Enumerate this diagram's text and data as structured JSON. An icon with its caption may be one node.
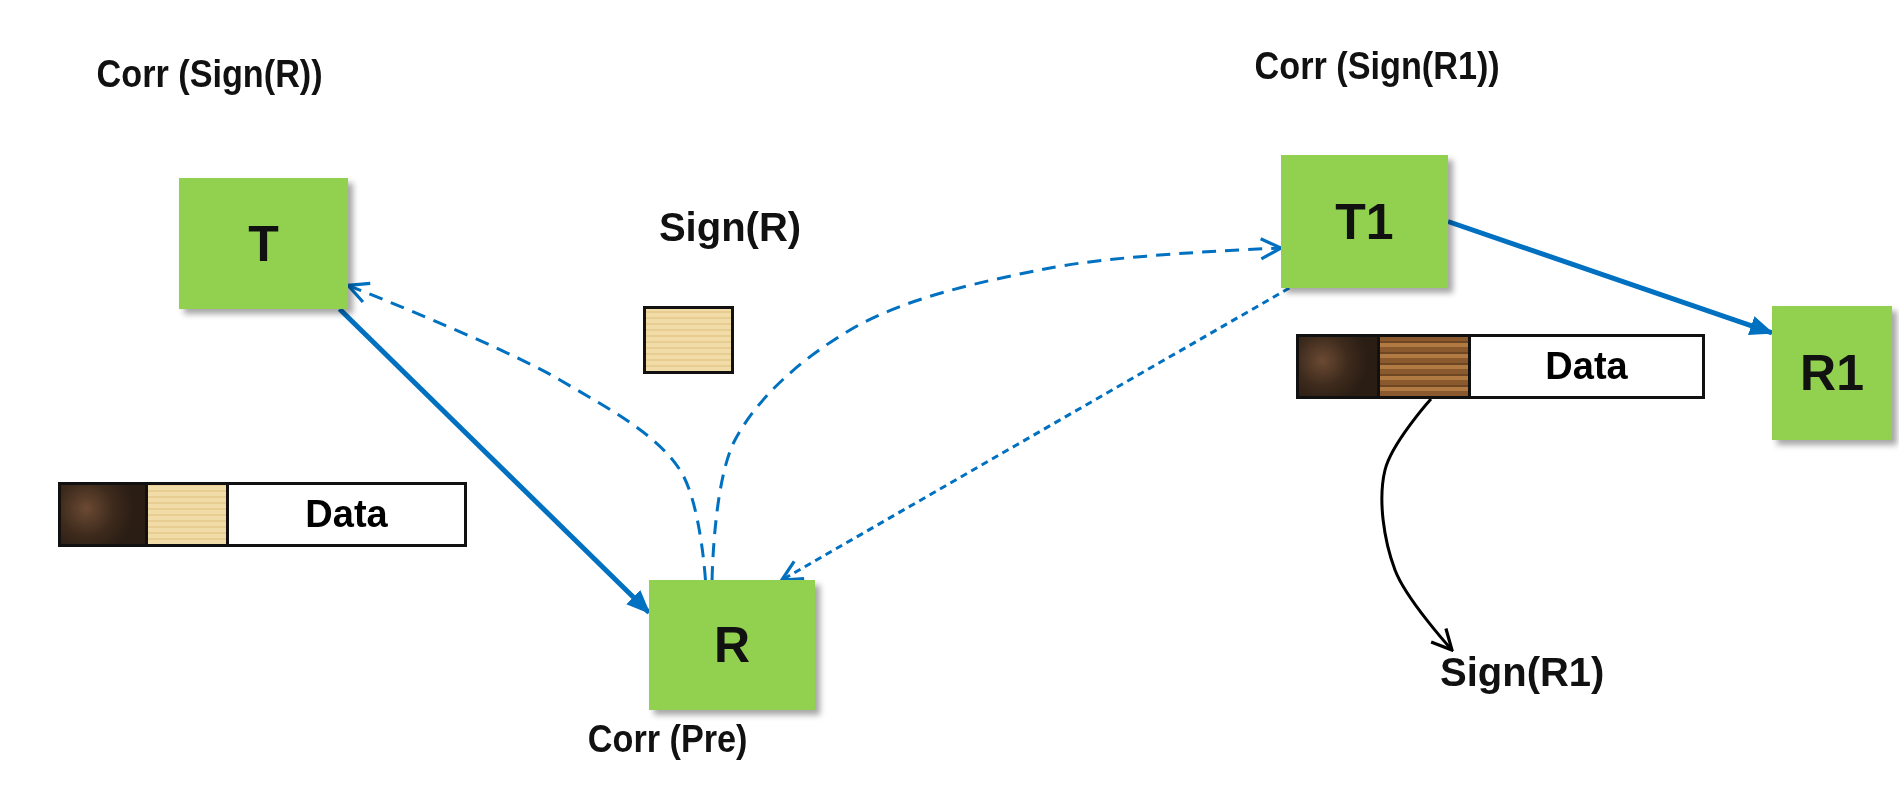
{
  "diagram": {
    "nodes": [
      {
        "text": [
          "T"
        ],
        "beside": [
          "Corr (Sign(R))"
        ]
      },
      {
        "text": [
          "Sign(R)"
        ]
      },
      {
        "text": [
          "T1"
        ],
        "beside": [
          "Corr (Sign(R1))"
        ]
      },
      {
        "text": [
          "Data"
        ]
      },
      {
        "text": [
          "Data"
        ]
      },
      {
        "text": [
          "R1"
        ]
      },
      {
        "text": [
          "R"
        ],
        "beside": [
          "Corr (Pre)"
        ]
      },
      {
        "text": [
          "Sign(R1)"
        ]
      }
    ],
    "edges": [
      {
        "from": 0,
        "to": 6,
        "arrow": "to"
      },
      {
        "from": 6,
        "to": 0,
        "arrow": "to",
        "style": "dashed"
      },
      {
        "from": 6,
        "to": 2,
        "arrow": "to",
        "style": "dashed"
      },
      {
        "from": 2,
        "to": 6,
        "arrow": "to",
        "style": "dashed"
      },
      {
        "from": 2,
        "to": 5,
        "arrow": "to"
      },
      {
        "from": 4,
        "to": 7,
        "arrow": "to",
        "color": "#000000"
      }
    ]
  }
}
